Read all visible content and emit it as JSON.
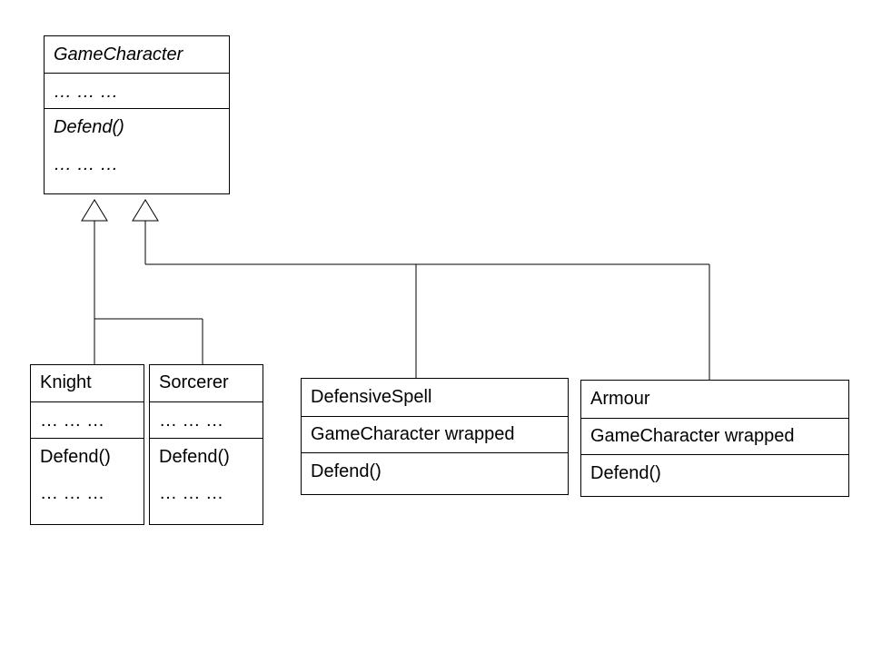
{
  "diagram": {
    "classes": {
      "game_character": {
        "name": "GameCharacter",
        "attributes": [
          "… … …"
        ],
        "operations": [
          "Defend()",
          "… … …"
        ]
      },
      "knight": {
        "name": "Knight",
        "attributes": [
          "… … …"
        ],
        "operations": [
          "Defend()",
          "… … …"
        ]
      },
      "sorcerer": {
        "name": "Sorcerer",
        "attributes": [
          "… … …"
        ],
        "operations": [
          "Defend()",
          "… … …"
        ]
      },
      "defensive_spell": {
        "name": "DefensiveSpell",
        "attributes": [
          "GameCharacter wrapped"
        ],
        "operations": [
          "Defend()"
        ]
      },
      "armour": {
        "name": "Armour",
        "attributes": [
          "GameCharacter wrapped"
        ],
        "operations": [
          "Defend()"
        ]
      }
    },
    "relationships": [
      {
        "type": "inheritance",
        "from": "Knight",
        "to": "GameCharacter"
      },
      {
        "type": "inheritance",
        "from": "Sorcerer",
        "to": "GameCharacter"
      },
      {
        "type": "inheritance",
        "from": "DefensiveSpell",
        "to": "GameCharacter"
      },
      {
        "type": "inheritance",
        "from": "Armour",
        "to": "GameCharacter"
      }
    ],
    "colors": {
      "line": "#000000",
      "background": "#ffffff"
    }
  }
}
